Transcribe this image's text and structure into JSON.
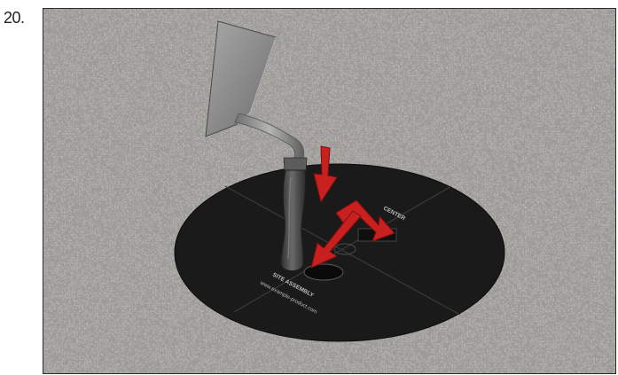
{
  "step": {
    "number": "20."
  },
  "illustration": {
    "surface_label": "",
    "pad_text_upper": "SITE ASSEMBLY",
    "pad_text_lower": "www.example-product.com",
    "pad_text_right": "CENTER",
    "colors": {
      "concrete": "#a9a7a3",
      "pad": "#1a1a1a",
      "arrow": "#c8201f",
      "trowel_blade": "#8c8c8c",
      "handle": "#4a4a4a"
    }
  }
}
